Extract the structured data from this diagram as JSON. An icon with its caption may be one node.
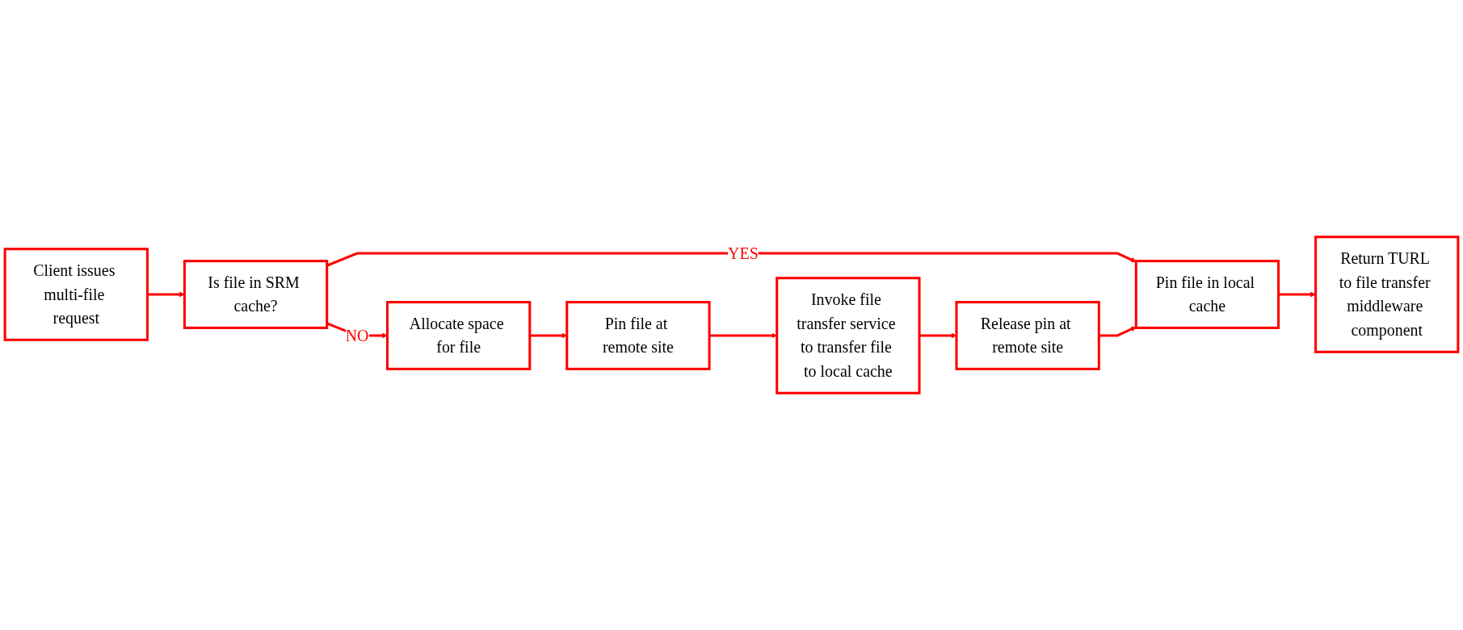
{
  "diagram": {
    "nodes": [
      {
        "text": [
          "Client issues multi-file request"
        ]
      },
      {
        "text": [
          "Is file in SRM cache?"
        ]
      },
      {
        "text": [
          "Allocate space for file"
        ]
      },
      {
        "text": [
          "Pin file at remote site"
        ]
      },
      {
        "text": [
          "Invoke file transfer service to transfer file to local cache"
        ]
      },
      {
        "text": [
          "Release pin at remote site"
        ]
      },
      {
        "text": [
          "Pin file in local cache"
        ]
      },
      {
        "text": [
          "Return TURL to file transfer middleware component"
        ]
      }
    ],
    "edges": [
      {
        "from": 0,
        "to": 1,
        "arrow": "to"
      },
      {
        "from": 1,
        "to": 2,
        "arrow": "to",
        "label": "NO"
      },
      {
        "from": 1,
        "to": 6,
        "arrow": "to",
        "label": "YES"
      },
      {
        "from": 2,
        "to": 3,
        "arrow": "to"
      },
      {
        "from": 3,
        "to": 4,
        "arrow": "to"
      },
      {
        "from": 4,
        "to": 5,
        "arrow": "to"
      },
      {
        "from": 5,
        "to": 6,
        "arrow": "to"
      },
      {
        "from": 6,
        "to": 7,
        "arrow": "to"
      }
    ]
  }
}
